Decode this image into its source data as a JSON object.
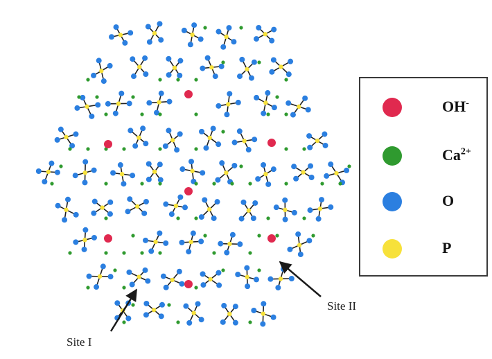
{
  "legend": {
    "items": [
      {
        "symbol": "OH",
        "charge": "-",
        "color": "#e0294f"
      },
      {
        "symbol": "Ca",
        "charge": "2+",
        "color": "#2f9a2f"
      },
      {
        "symbol": "O",
        "charge": "",
        "color": "#2b7fe0"
      },
      {
        "symbol": "P",
        "charge": "",
        "color": "#f7e13a"
      }
    ]
  },
  "annotations": {
    "site_1": "Site I",
    "site_2": "Site II"
  },
  "colors": {
    "hydroxide": "#e0294f",
    "calcium": "#2f9a2f",
    "oxygen": "#2b7fe0",
    "phosphorus": "#f7e13a",
    "bond": "#1f1f1f"
  }
}
